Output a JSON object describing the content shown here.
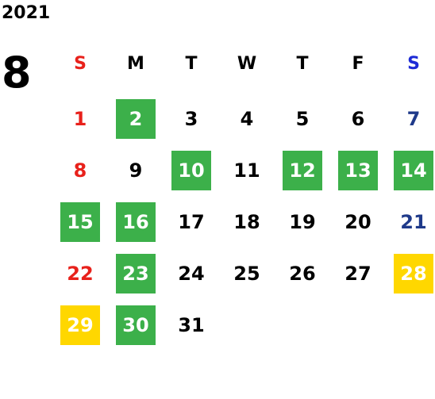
{
  "year": "2021",
  "month": "8",
  "colors": {
    "sunday": "#e8211b",
    "saturday": "#1f3a8a",
    "saturday_header": "#1d2bd6",
    "weekday": "#000000",
    "green_bg": "#3cb04a",
    "yellow_bg": "#ffd700",
    "highlight_text": "#ffffff"
  },
  "weekdays": [
    {
      "label": "S",
      "type": "sunday"
    },
    {
      "label": "M",
      "type": "weekday"
    },
    {
      "label": "T",
      "type": "weekday"
    },
    {
      "label": "W",
      "type": "weekday"
    },
    {
      "label": "T",
      "type": "weekday"
    },
    {
      "label": "F",
      "type": "weekday"
    },
    {
      "label": "S",
      "type": "saturday_header"
    }
  ],
  "weeks": [
    [
      {
        "day": "1",
        "style": "sunday"
      },
      {
        "day": "2",
        "style": "green"
      },
      {
        "day": "3",
        "style": "weekday"
      },
      {
        "day": "4",
        "style": "weekday"
      },
      {
        "day": "5",
        "style": "weekday"
      },
      {
        "day": "6",
        "style": "weekday"
      },
      {
        "day": "7",
        "style": "saturday"
      }
    ],
    [
      {
        "day": "8",
        "style": "sunday"
      },
      {
        "day": "9",
        "style": "weekday"
      },
      {
        "day": "10",
        "style": "green"
      },
      {
        "day": "11",
        "style": "weekday"
      },
      {
        "day": "12",
        "style": "green"
      },
      {
        "day": "13",
        "style": "green"
      },
      {
        "day": "14",
        "style": "green"
      }
    ],
    [
      {
        "day": "15",
        "style": "green"
      },
      {
        "day": "16",
        "style": "green"
      },
      {
        "day": "17",
        "style": "weekday"
      },
      {
        "day": "18",
        "style": "weekday"
      },
      {
        "day": "19",
        "style": "weekday"
      },
      {
        "day": "20",
        "style": "weekday"
      },
      {
        "day": "21",
        "style": "saturday"
      }
    ],
    [
      {
        "day": "22",
        "style": "sunday"
      },
      {
        "day": "23",
        "style": "green"
      },
      {
        "day": "24",
        "style": "weekday"
      },
      {
        "day": "25",
        "style": "weekday"
      },
      {
        "day": "26",
        "style": "weekday"
      },
      {
        "day": "27",
        "style": "weekday"
      },
      {
        "day": "28",
        "style": "yellow"
      }
    ],
    [
      {
        "day": "29",
        "style": "yellow"
      },
      {
        "day": "30",
        "style": "green"
      },
      {
        "day": "31",
        "style": "weekday"
      }
    ]
  ]
}
